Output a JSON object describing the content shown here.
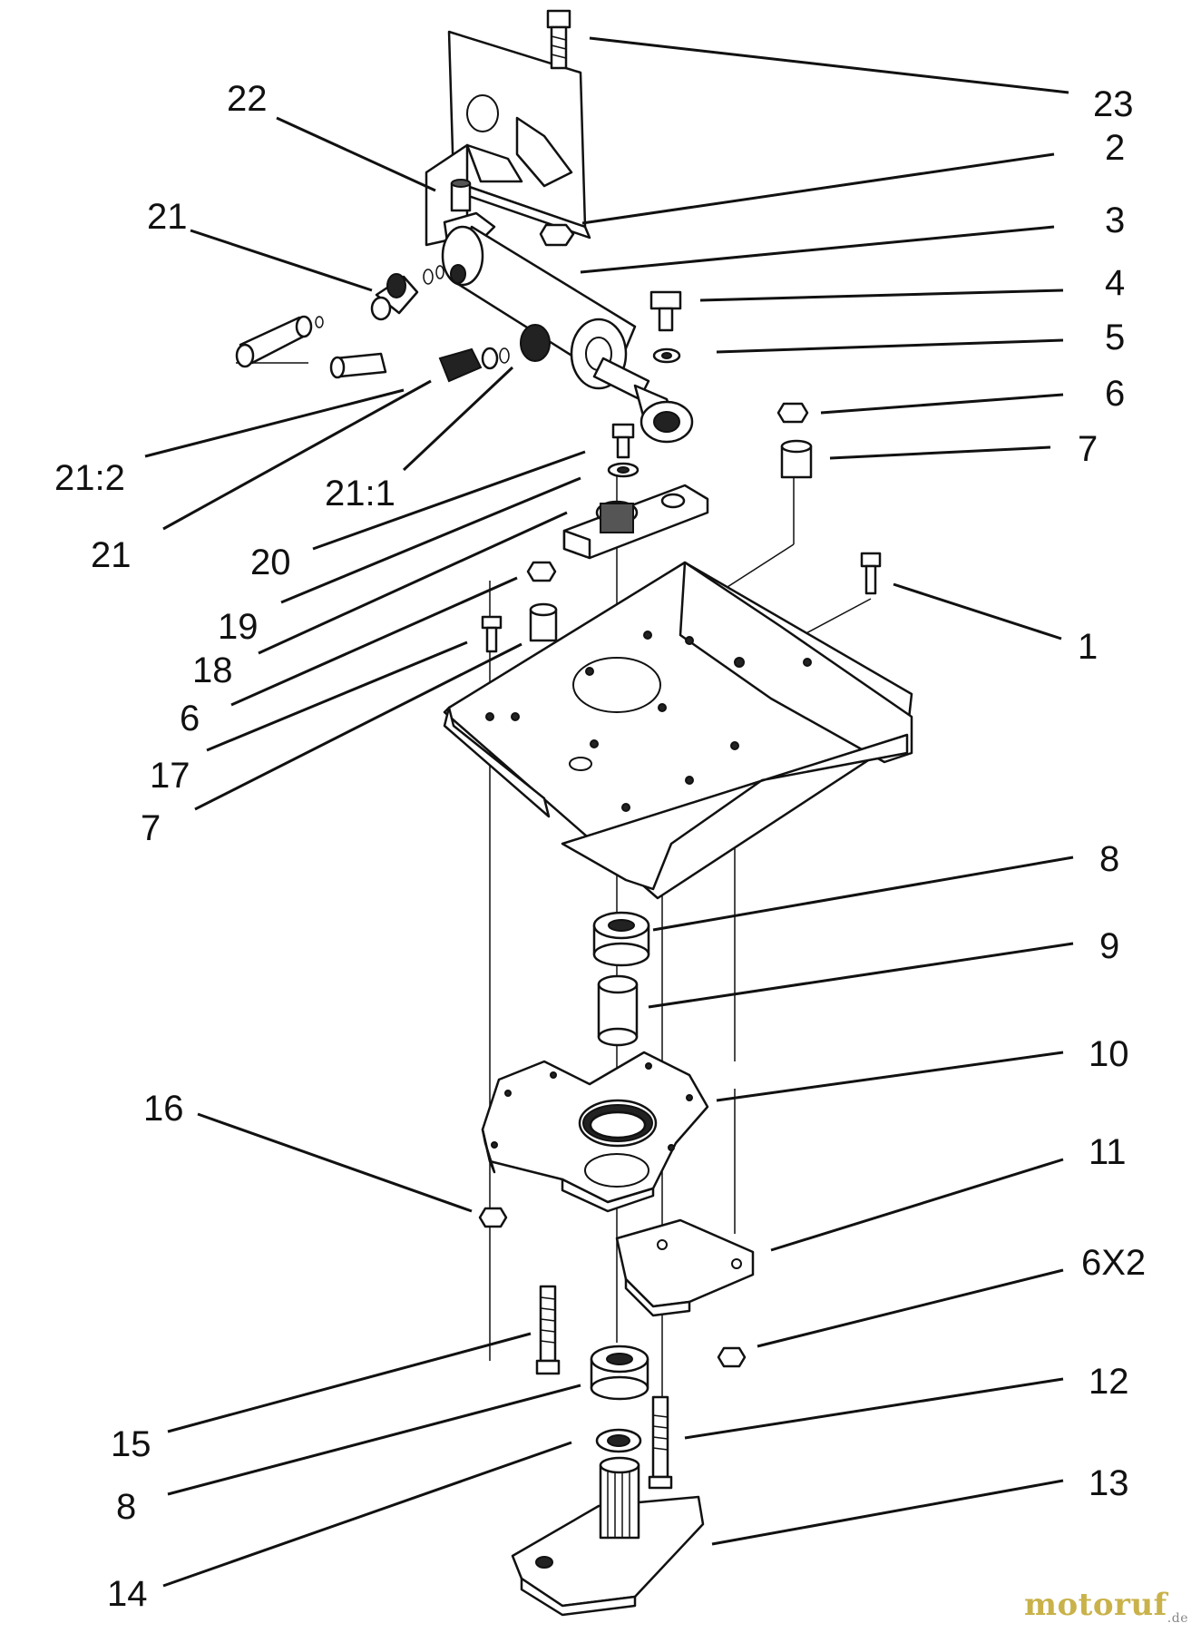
{
  "diagram": {
    "callouts": [
      "23",
      "2",
      "3",
      "4",
      "5",
      "6",
      "7",
      "1",
      "8",
      "9",
      "10",
      "11",
      "6X2",
      "12",
      "13",
      "22",
      "21",
      "21:2",
      "21",
      "21:1",
      "20",
      "19",
      "18",
      "6",
      "17",
      "7",
      "16",
      "15",
      "8",
      "14"
    ]
  },
  "watermark": {
    "brand": "motoruf",
    "suffix": ".de"
  }
}
